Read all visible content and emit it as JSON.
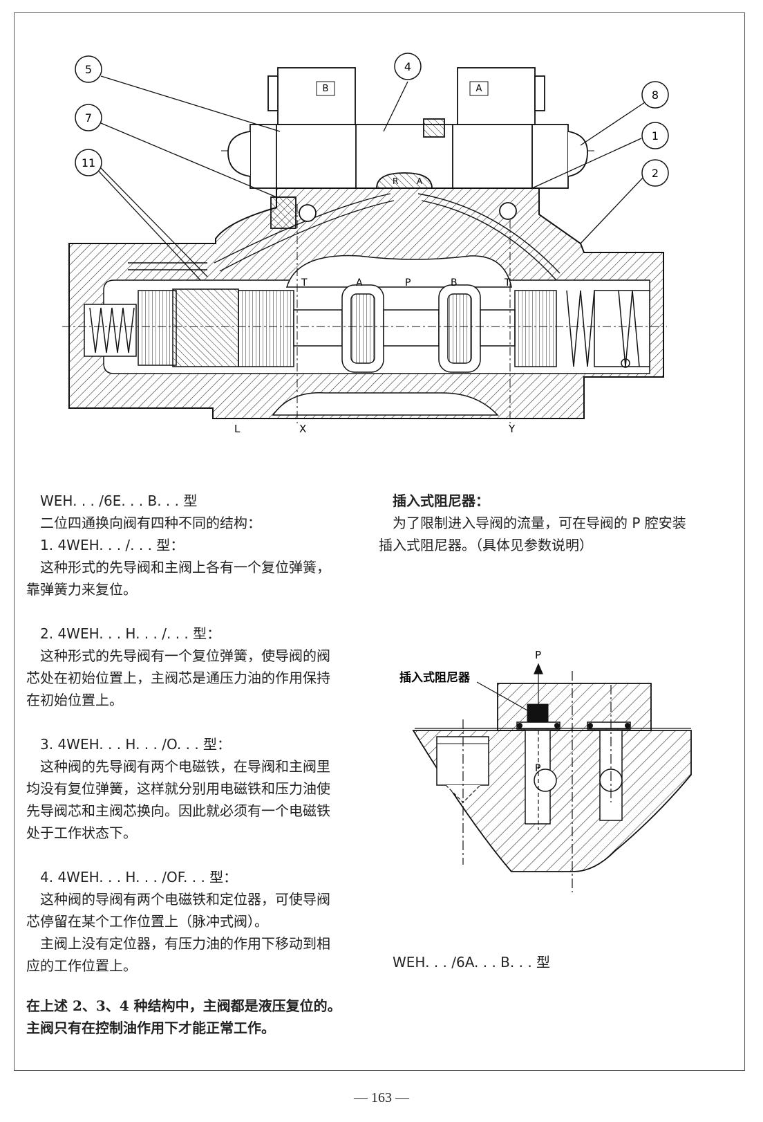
{
  "diagram_top": {
    "callouts": [
      "5",
      "4",
      "8",
      "7",
      "1",
      "11",
      "2"
    ],
    "solenoid_b": "B",
    "solenoid_a": "A",
    "port_labels": [
      "T",
      "A",
      "P",
      "B",
      "T"
    ],
    "pilot_labels": [
      "R",
      "A"
    ],
    "bottom_labels": [
      "L",
      "X",
      "Y"
    ]
  },
  "left_column": {
    "heading": "WEH. . . /6E. . . B. . .  型",
    "intro": "二位四通换向阀有四种不同的结构：",
    "t1": "1. 4WEH. . . /. . .  型：",
    "b1": [
      "这种形式的先导阀和主阀上各有一个复位弹簧，",
      "靠弹簧力来复位。"
    ],
    "t2": "2. 4WEH. . . H. . . /. . .  型：",
    "b2": [
      "这种形式的先导阀有一个复位弹簧，使导阀的阀",
      "芯处在初始位置上，主阀芯是通压力油的作用保持",
      "在初始位置上。"
    ],
    "t3": "3. 4WEH. . . H. . .  /O. . .  型：",
    "b3": [
      "这种阀的先导阀有两个电磁铁，在导阀和主阀里",
      "均没有复位弹簧，这样就分别用电磁铁和压力油使",
      "先导阀芯和主阀芯换向。因此就必须有一个电磁铁",
      "处于工作状态下。"
    ],
    "t4": "4. 4WEH. . . H. . .  /OF. . .  型：",
    "b4": [
      "这种阀的导阀有两个电磁铁和定位器，可使导阀",
      "芯停留在某个工作位置上（脉冲式阀）。",
      "主阀上没有定位器，有压力油的作用下移动到相",
      "应的工作位置上。"
    ],
    "note": [
      "在上述 2、3、4 种结构中，主阀都是液压复位的。",
      "主阀只有在控制油作用下才能正常工作。"
    ]
  },
  "right_column": {
    "heading": "插入式阻尼器：",
    "body": [
      "为了限制进入导阀的流量，可在导阀的 P 腔安装",
      "插入式阻尼器。（具体见参数说明）"
    ],
    "figure_label": "插入式阻尼器",
    "port_p_top": "P",
    "port_p_inner": "P",
    "caption": "WEH. . . /6A. . . B. . .  型"
  },
  "page_number": "— 163 —"
}
